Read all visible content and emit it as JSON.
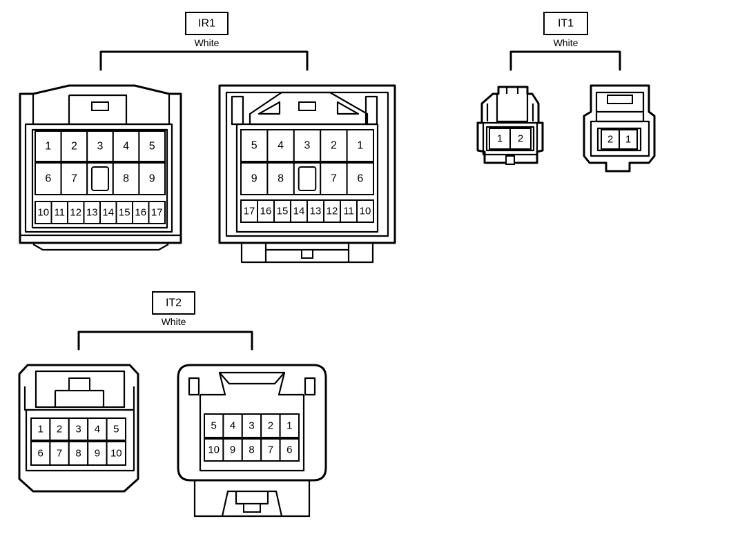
{
  "connectors": [
    {
      "id": "IR1",
      "color": "White",
      "left_view": {
        "row1": [
          "1",
          "2",
          "3",
          "4",
          "5"
        ],
        "row2": [
          "6",
          "7",
          "",
          "8",
          "9"
        ],
        "row3": [
          "10",
          "11",
          "12",
          "13",
          "14",
          "15",
          "16",
          "17"
        ]
      },
      "right_view": {
        "row1": [
          "5",
          "4",
          "3",
          "2",
          "1"
        ],
        "row2": [
          "9",
          "8",
          "",
          "7",
          "6"
        ],
        "row3": [
          "17",
          "16",
          "15",
          "14",
          "13",
          "12",
          "11",
          "10"
        ]
      }
    },
    {
      "id": "IT1",
      "color": "White",
      "left_view": {
        "row1": [
          "1",
          "2"
        ]
      },
      "right_view": {
        "row1": [
          "2",
          "1"
        ]
      }
    },
    {
      "id": "IT2",
      "color": "White",
      "left_view": {
        "row1": [
          "1",
          "2",
          "3",
          "4",
          "5"
        ],
        "row2": [
          "6",
          "7",
          "8",
          "9",
          "10"
        ]
      },
      "right_view": {
        "row1": [
          "5",
          "4",
          "3",
          "2",
          "1"
        ],
        "row2": [
          "10",
          "9",
          "8",
          "7",
          "6"
        ]
      }
    }
  ]
}
